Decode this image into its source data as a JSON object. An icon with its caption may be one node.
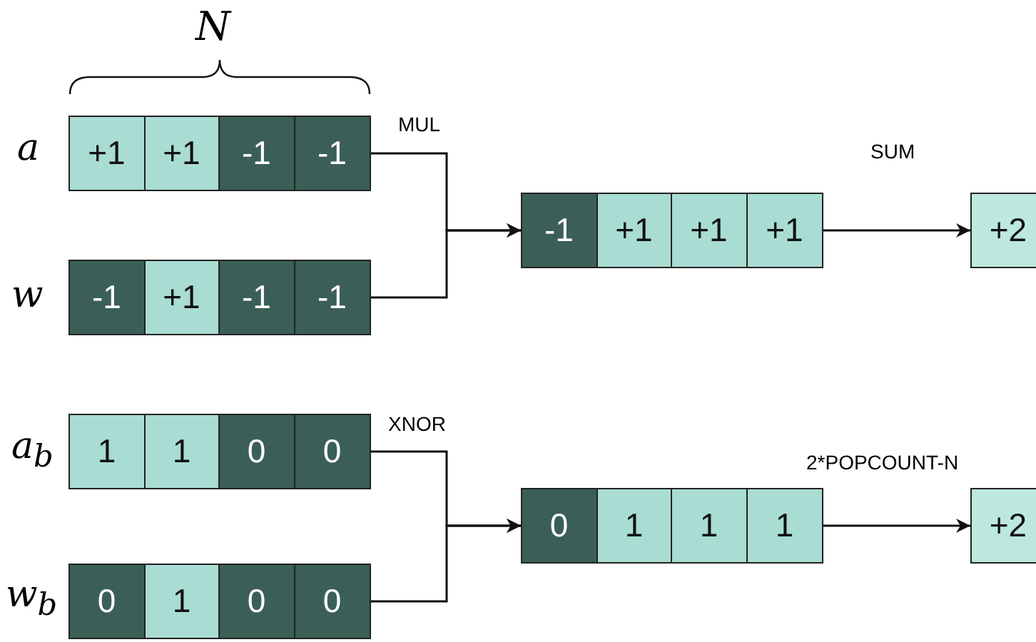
{
  "diagram": {
    "nodes": [
      {
        "text": [
          "+1",
          "+1",
          "-1",
          "-1"
        ],
        "beside": [
          "a"
        ]
      },
      {
        "text": [
          "-1",
          "+1",
          "-1",
          "-1"
        ],
        "beside": [
          "w"
        ]
      },
      {
        "text": [
          "-1",
          "+1",
          "+1",
          "+1"
        ]
      },
      {
        "text": [
          "+2"
        ]
      },
      {
        "text": [
          "1",
          "1",
          "0",
          "0"
        ],
        "beside": [
          "a$_{b}$"
        ]
      },
      {
        "text": [
          "0",
          "1",
          "0",
          "0"
        ],
        "beside": [
          "w$_{b}$"
        ]
      },
      {
        "text": [
          "0",
          "1",
          "1",
          "1"
        ]
      },
      {
        "text": [
          "+2"
        ]
      }
    ],
    "edges": [
      {
        "from": 0,
        "to": 2,
        "arrow": "to",
        "label": "MUL"
      },
      {
        "from": 1,
        "to": 2,
        "arrow": "to"
      },
      {
        "from": 2,
        "to": 3,
        "arrow": "to",
        "label": "SUM"
      },
      {
        "from": 4,
        "to": 6,
        "arrow": "to",
        "label": "XNOR"
      },
      {
        "from": 5,
        "to": 6,
        "arrow": "to"
      },
      {
        "from": 6,
        "to": 7,
        "arrow": "to",
        "label": "2*POPCOUNT-N"
      }
    ],
    "labels": [
      "N"
    ]
  }
}
